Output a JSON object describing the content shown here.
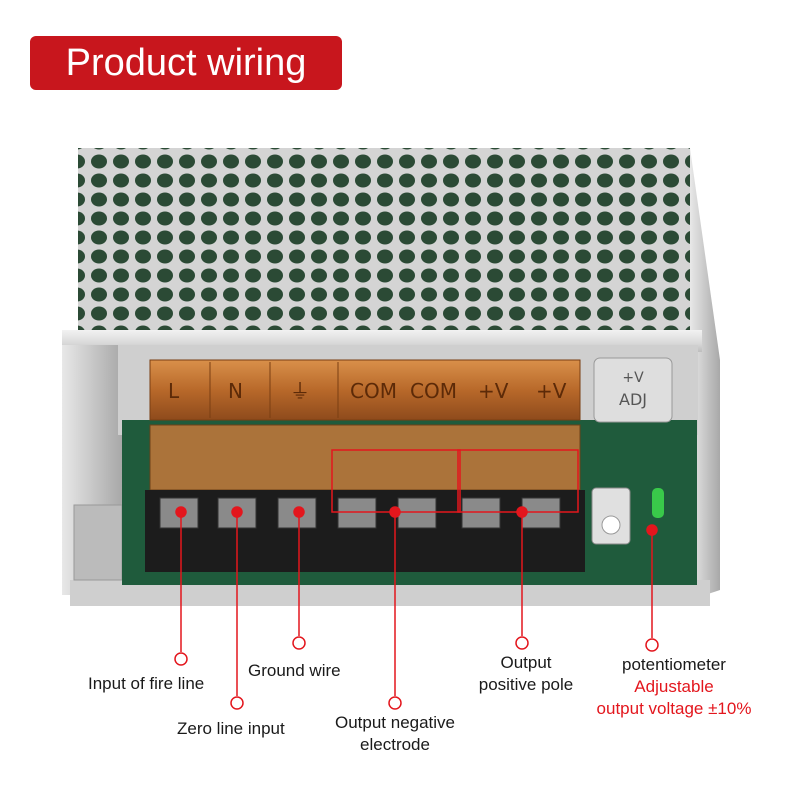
{
  "title": "Product wiring",
  "colors": {
    "accent": "#c8161d",
    "marker": "#e3161d"
  },
  "terminal_labels": [
    "L",
    "N",
    "⏚",
    "COM",
    "COM",
    "+V",
    "+V"
  ],
  "adj_label_top": "+V",
  "adj_label_bottom": "ADJ",
  "labels": {
    "fire": "Input of fire line",
    "zero": "Zero line input",
    "ground": "Ground wire",
    "negative_1": "Output  negative",
    "negative_2": "electrode",
    "positive_1": "Output",
    "positive_2": "positive pole",
    "pot_1": "potentiometer",
    "pot_2": "Adjustable",
    "pot_3": "output voltage ±10%"
  }
}
